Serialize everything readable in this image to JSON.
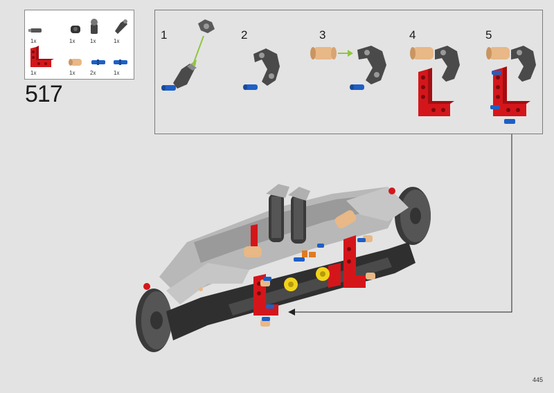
{
  "step_number": "517",
  "page_number": "445",
  "parts": [
    {
      "icon": "pin-with-friction-icon",
      "qty": "1x"
    },
    {
      "icon": "axle-pin-icon",
      "qty": "1x"
    },
    {
      "icon": "axle-connector-icon",
      "qty": "1x"
    },
    {
      "icon": "angle-connector-icon",
      "qty": "1x"
    },
    {
      "icon": "l-beam-red-icon",
      "qty": "1x"
    },
    {
      "icon": "tan-bush-icon",
      "qty": "1x"
    },
    {
      "icon": "blue-pin-icon",
      "qty": "2x"
    },
    {
      "icon": "blue-axle-pin-icon",
      "qty": "1x"
    }
  ],
  "substeps": [
    "1",
    "2",
    "3",
    "4",
    "5"
  ],
  "colors": {
    "background": "#e3e3e3",
    "beam_red": "#d4161b",
    "pin_blue": "#1f5fc4",
    "bush_tan": "#e8b886",
    "arrow_green": "#8fc641",
    "dark_gray": "#4a4a4a",
    "light_gray": "#b5b5b5"
  }
}
